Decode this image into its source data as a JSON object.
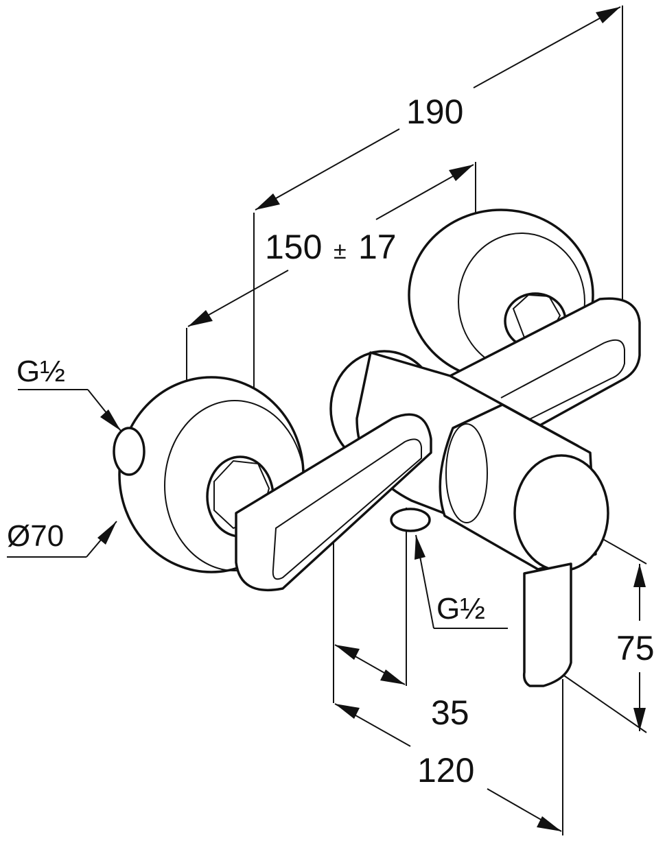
{
  "dimensions": {
    "overall_width": "190",
    "wall_distance": "150",
    "tolerance_symbol": "±",
    "tolerance_value": "17",
    "outlet_spacing": "35",
    "body_projection": "120",
    "height": "75"
  },
  "labels": {
    "thread_left": "G½",
    "thread_bottom": "G½",
    "rosette_diameter": "Ø70"
  }
}
